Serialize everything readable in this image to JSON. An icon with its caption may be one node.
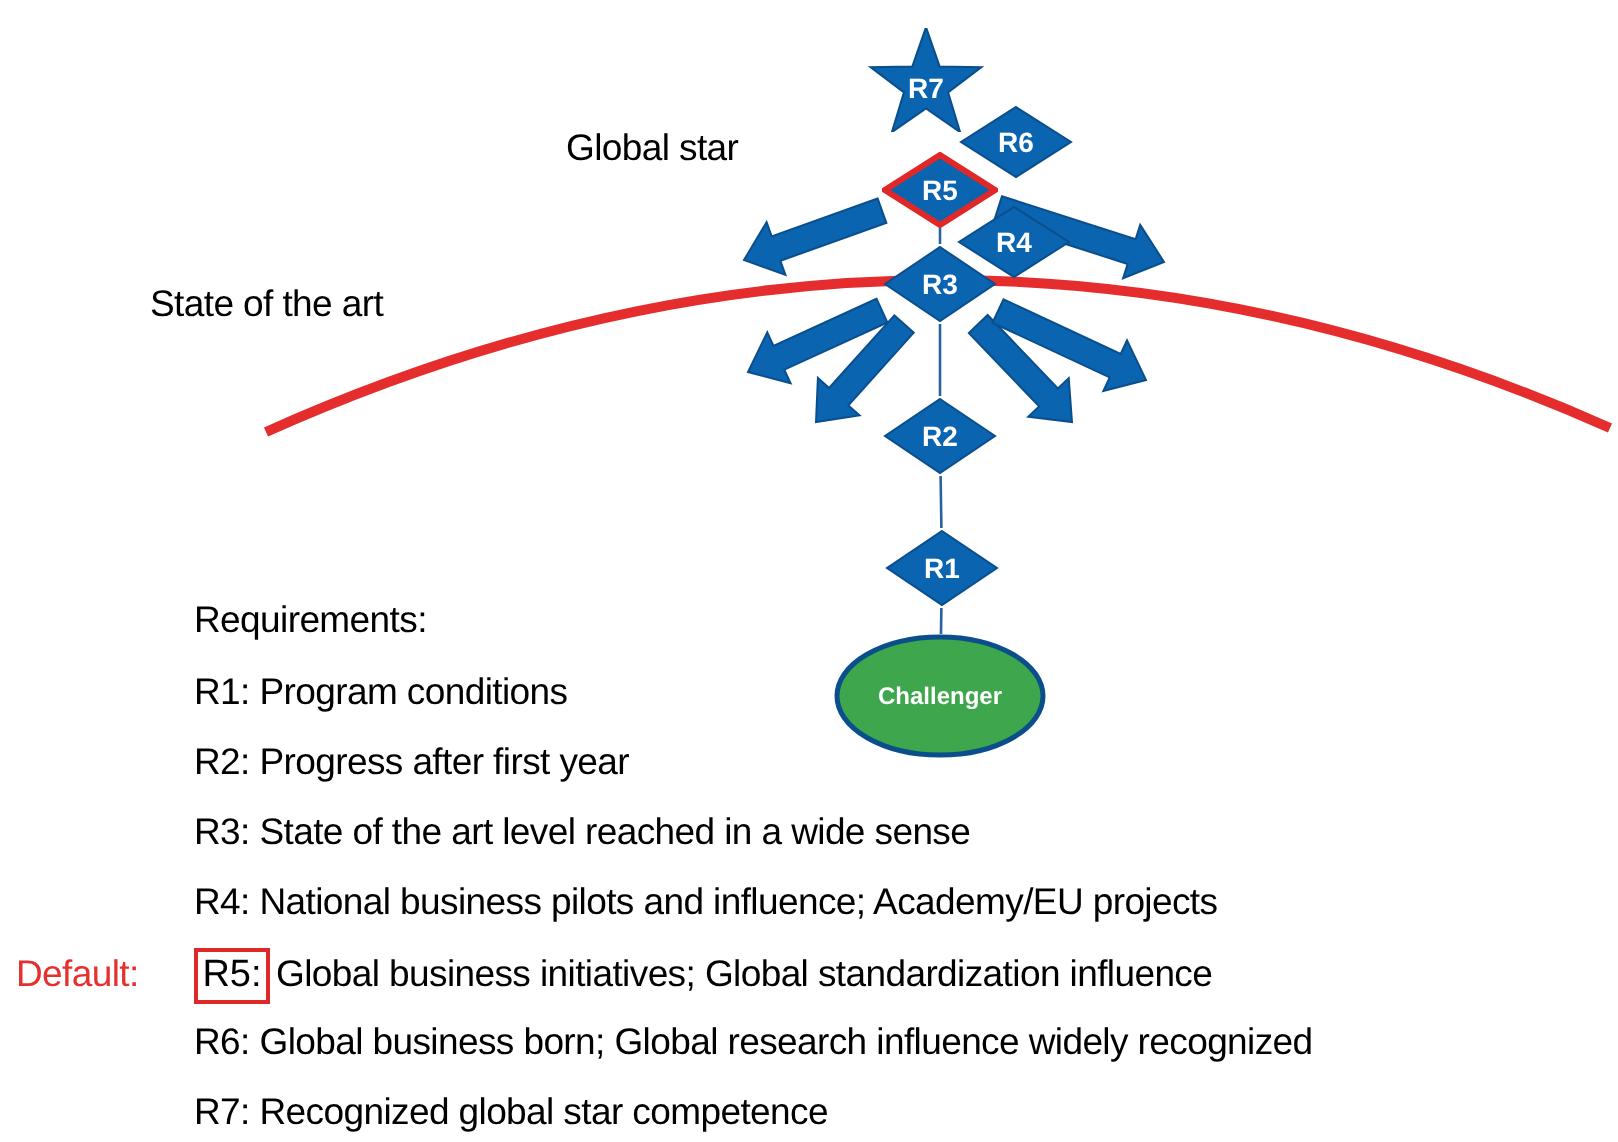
{
  "diagram": {
    "nodes": [
      {
        "text": [
          "R7"
        ]
      },
      {
        "text": [
          "R6"
        ]
      },
      {
        "text": [
          "R5"
        ]
      },
      {
        "text": [
          "R4"
        ]
      },
      {
        "text": [
          "R3"
        ]
      },
      {
        "text": [
          "R2"
        ]
      },
      {
        "text": [
          "R1"
        ]
      },
      {
        "text": [
          "Challenger"
        ]
      },
      {
        "text": [
          "R5:"
        ]
      }
    ],
    "edges": [
      {
        "from": 6,
        "to": 7,
        "arrow": "none"
      },
      {
        "from": 5,
        "to": 6,
        "arrow": "none"
      },
      {
        "from": 4,
        "to": 5,
        "arrow": "none"
      },
      {
        "from": 2,
        "to": 4,
        "arrow": "none"
      },
      {
        "from": 2,
        "to": null,
        "arrow": "to",
        "style": "thick"
      },
      {
        "from": 2,
        "to": null,
        "arrow": "to",
        "style": "thick"
      },
      {
        "from": 4,
        "to": null,
        "arrow": "to",
        "style": "thick"
      },
      {
        "from": 4,
        "to": null,
        "arrow": "to",
        "style": "thick"
      },
      {
        "from": 4,
        "to": null,
        "arrow": "to",
        "style": "thick"
      },
      {
        "from": 4,
        "to": null,
        "arrow": "to",
        "style": "thick"
      }
    ],
    "labels": [
      "Global star",
      "State of the art",
      "Requirements:",
      "R1: Program conditions",
      "R2: Progress after first year",
      "R3: State of the art level reached in a wide sense",
      "R4: National business pilots and influence; Academy/EU projects",
      "Default:",
      "Global business initiatives; Global standardization influence",
      "R6: Global business born; Global research influence widely recognized",
      "R7: Recognized global star competence"
    ]
  }
}
